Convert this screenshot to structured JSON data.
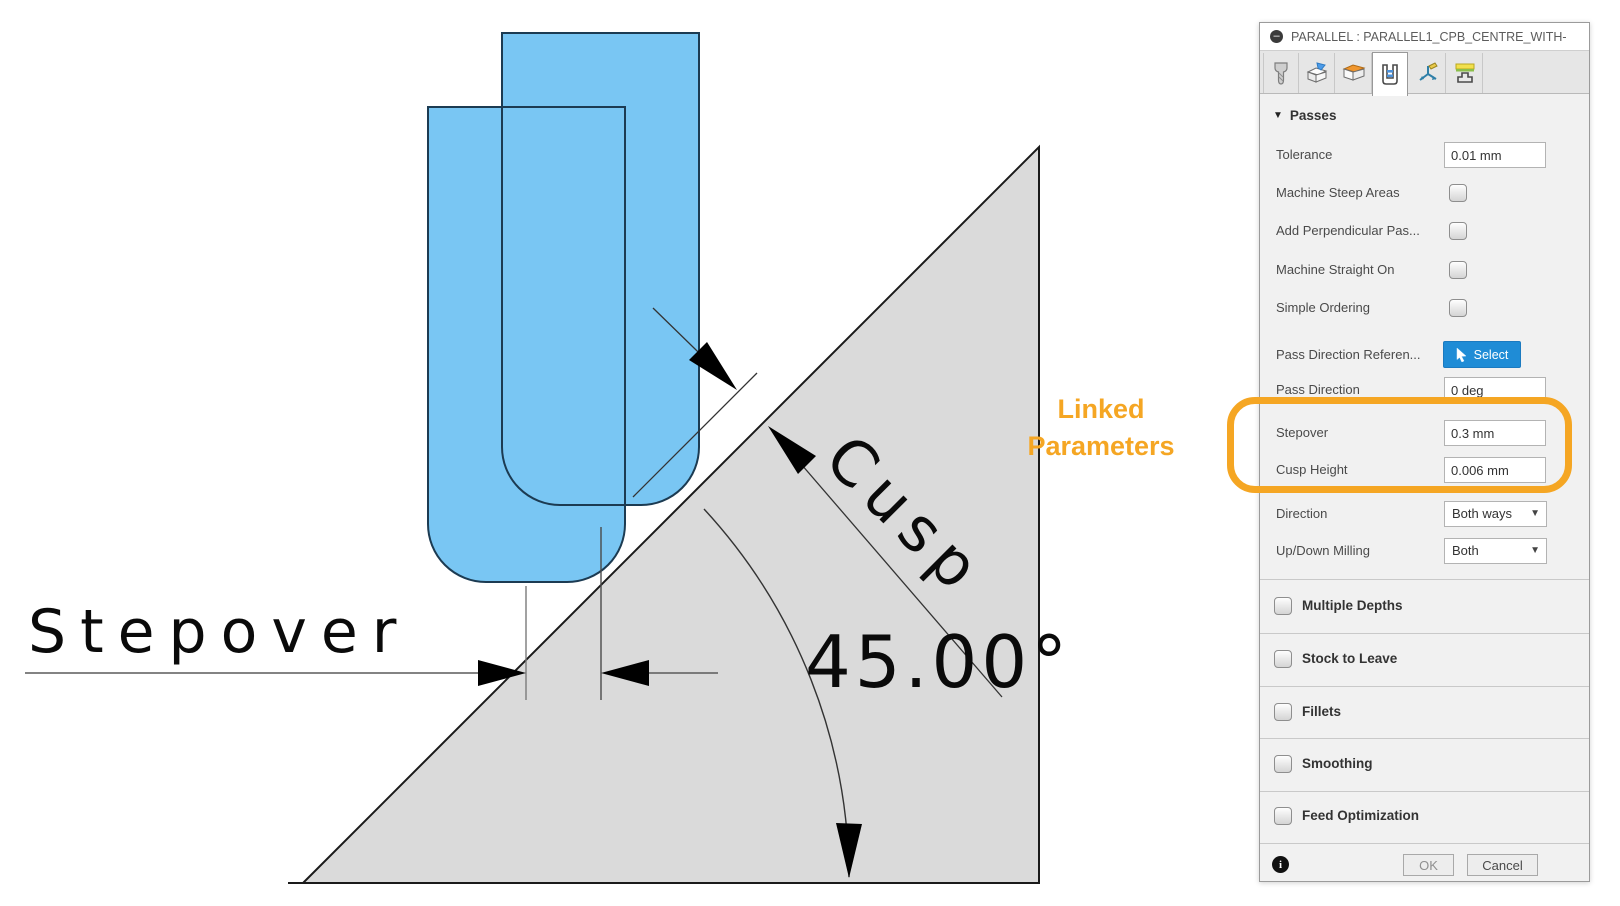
{
  "diagram": {
    "stepover_label": "Stepover",
    "cusp_label": "Cusp",
    "angle_label": "45.00°",
    "note_line1": "Linked",
    "note_line2": "Parameters",
    "colors": {
      "tool_fill": "#79C6F3",
      "tool_stroke": "#1C3B52",
      "surface_fill": "#DADADA",
      "surface_stroke": "#1A1A1A",
      "accent_orange": "#F5A623",
      "select_button_blue": "#1F8CD6"
    }
  },
  "dialog": {
    "title": "PARALLEL : PARALLEL1_CPB_CENTRE_WITH-",
    "tabs": [
      {
        "icon": "tool-icon",
        "selected": false
      },
      {
        "icon": "geometry-icon",
        "selected": false
      },
      {
        "icon": "heights-icon",
        "selected": false
      },
      {
        "icon": "passes-icon",
        "selected": true
      },
      {
        "icon": "linking-icon",
        "selected": false
      },
      {
        "icon": "pattern-icon",
        "selected": false
      }
    ],
    "section_header": "Passes",
    "rows": [
      {
        "label": "Tolerance",
        "control": "input",
        "value": "0.01 mm"
      },
      {
        "label": "Machine Steep Areas",
        "control": "checkbox",
        "checked": false
      },
      {
        "label": "Add Perpendicular Pas...",
        "control": "checkbox",
        "checked": false
      },
      {
        "label": "Machine Straight On",
        "control": "checkbox",
        "checked": false
      },
      {
        "label": "Simple Ordering",
        "control": "checkbox",
        "checked": false
      },
      {
        "label": "Pass Direction Referen...",
        "control": "button",
        "value": "Select"
      },
      {
        "label": "Pass Direction",
        "control": "input",
        "value": "0 deg"
      },
      {
        "label": "Stepover",
        "control": "input",
        "value": "0.3 mm"
      },
      {
        "label": "Cusp Height",
        "control": "input",
        "value": "0.006 mm"
      },
      {
        "label": "Direction",
        "control": "select",
        "value": "Both ways"
      },
      {
        "label": "Up/Down Milling",
        "control": "select",
        "value": "Both"
      }
    ],
    "collapsed_sections": [
      {
        "label": "Multiple Depths",
        "checked": false
      },
      {
        "label": "Stock to Leave",
        "checked": false
      },
      {
        "label": "Fillets",
        "checked": false
      },
      {
        "label": "Smoothing",
        "checked": false
      },
      {
        "label": "Feed Optimization",
        "checked": false
      }
    ],
    "footer": {
      "ok_label": "OK",
      "cancel_label": "Cancel"
    }
  }
}
